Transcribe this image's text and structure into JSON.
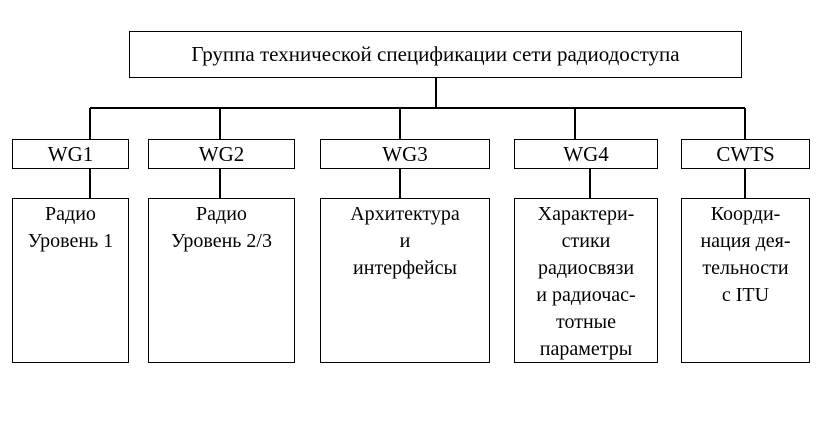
{
  "root": {
    "title": "Группа технической спецификации сети радиодоступа"
  },
  "groups": [
    {
      "code": "WG1",
      "description": [
        "Радио",
        "Уровень 1"
      ]
    },
    {
      "code": "WG2",
      "description": [
        "Радио",
        "Уровень 2/3"
      ]
    },
    {
      "code": "WG3",
      "description": [
        "Архитектура",
        "и",
        "интерфейсы"
      ]
    },
    {
      "code": "WG4",
      "description": [
        "Характери-",
        "стики",
        "радиосвязи",
        "и радиочас-",
        "тотные",
        "параметры"
      ]
    },
    {
      "code": "CWTS",
      "description": [
        "Коорди-",
        "нация дея-",
        "тельности",
        "с ITU"
      ]
    }
  ]
}
